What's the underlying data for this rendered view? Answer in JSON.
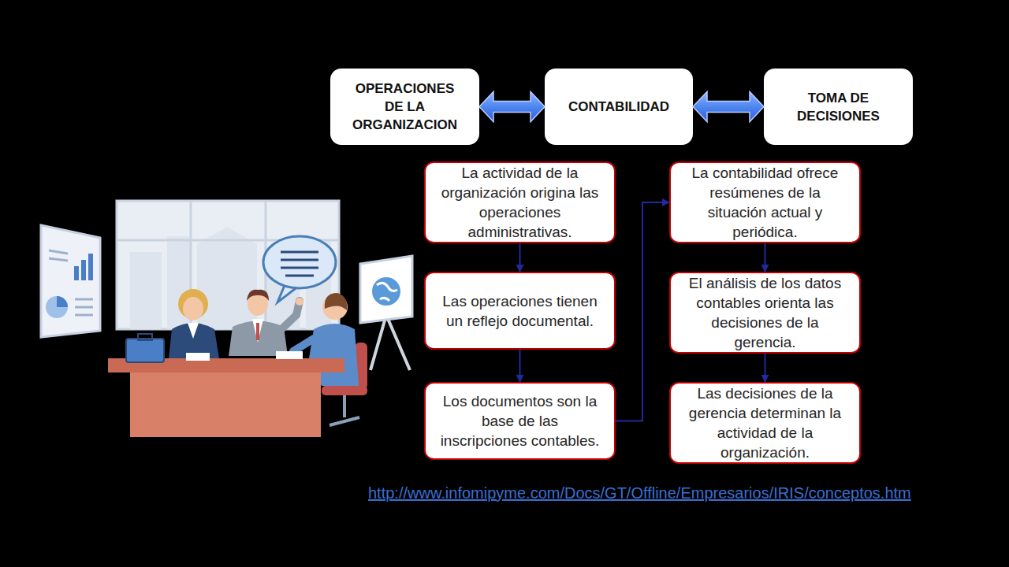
{
  "diagram": {
    "nodes": [
      {
        "text": [
          "OPERACIONES DE LA ORGANIZACION"
        ]
      },
      {
        "text": [
          "CONTABILIDAD"
        ]
      },
      {
        "text": [
          "TOMA DE DECISIONES"
        ]
      },
      {
        "text": [
          "La actividad de la organización origina las operaciones administrativas."
        ]
      },
      {
        "text": [
          "Las operaciones tienen un reflejo documental."
        ]
      },
      {
        "text": [
          "Los documentos son la base de las inscripciones contables."
        ]
      },
      {
        "text": [
          "La contabilidad ofrece resúmenes de la situación actual y periódica."
        ]
      },
      {
        "text": [
          "El análisis de los datos contables orienta las decisiones de la gerencia."
        ]
      },
      {
        "text": [
          "Las decisiones de la gerencia determinan la actividad de la organización."
        ]
      }
    ],
    "edges": [
      {
        "from": 0,
        "to": 1,
        "arrow": "both"
      },
      {
        "from": 1,
        "to": 2,
        "arrow": "both"
      },
      {
        "from": 3,
        "to": 4,
        "arrow": "to"
      },
      {
        "from": 4,
        "to": 5,
        "arrow": "to"
      },
      {
        "from": 5,
        "to": 6,
        "arrow": "to"
      },
      {
        "from": 6,
        "to": 7,
        "arrow": "to"
      },
      {
        "from": 7,
        "to": 8,
        "arrow": "to"
      }
    ],
    "labels": [
      "http://www.infomipyme.com/Docs/GT/Offline/Empresarios/IRIS/conceptos.htm"
    ]
  }
}
